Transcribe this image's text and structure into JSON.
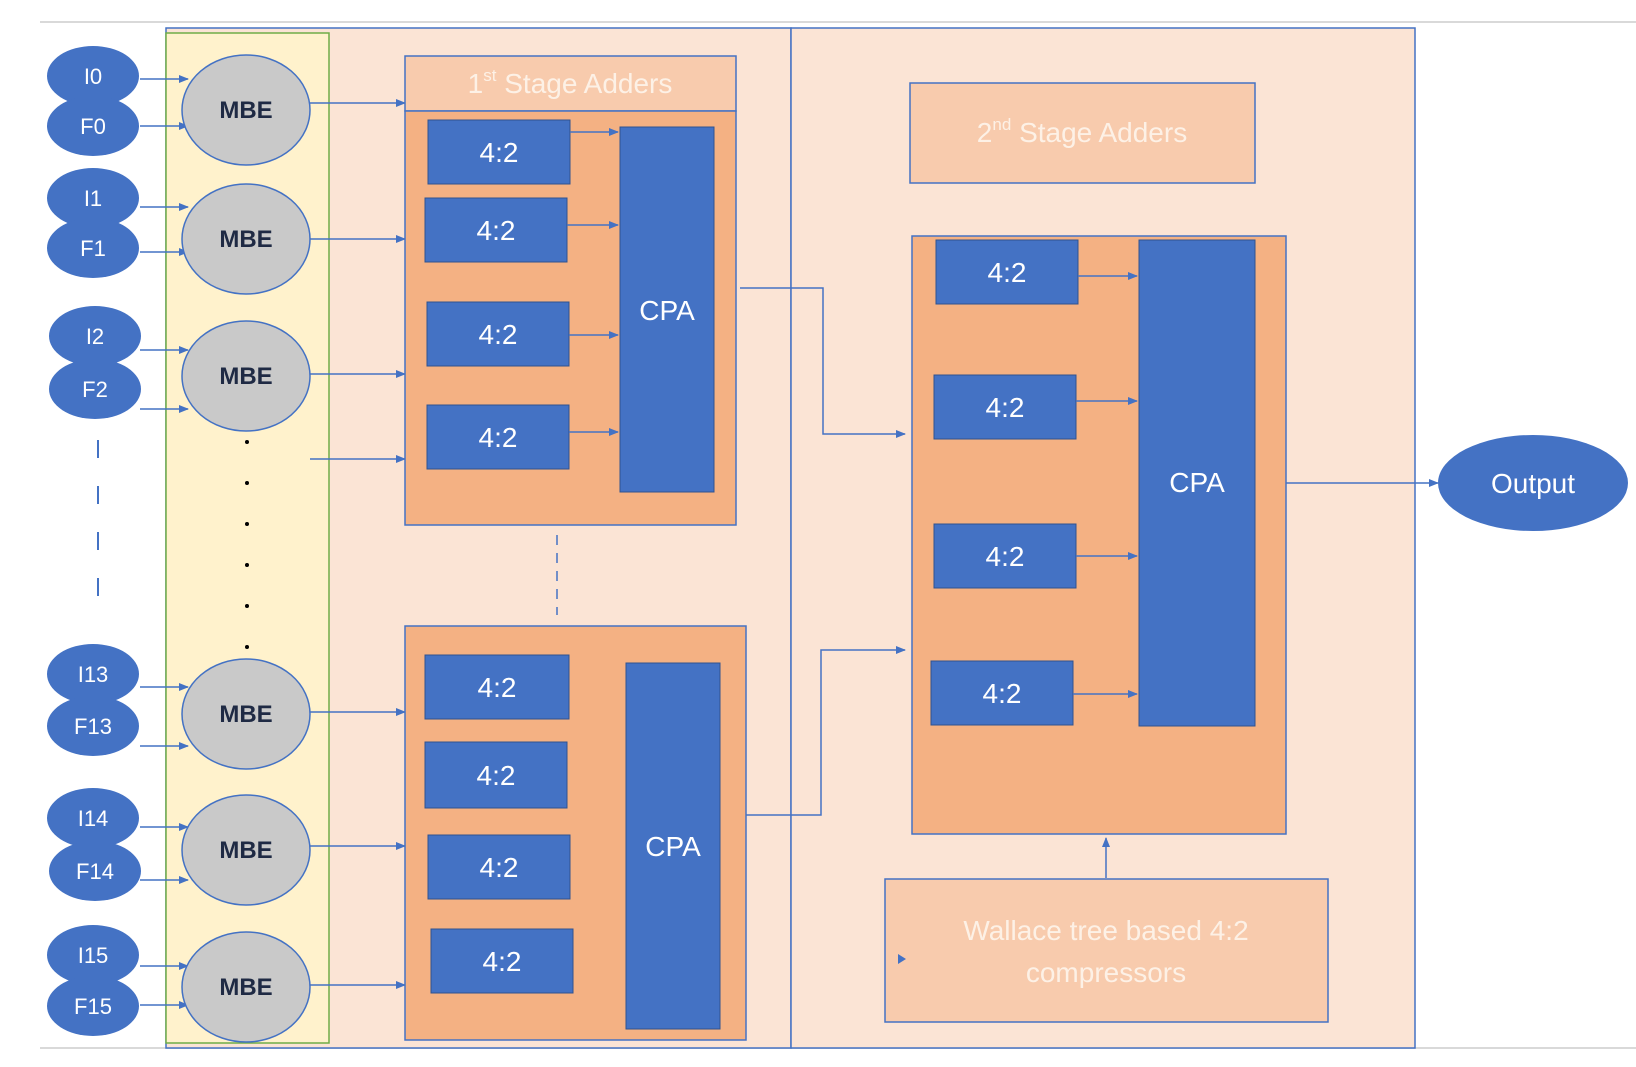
{
  "colors": {
    "panel_bg": "#fbe4d5",
    "panel_border": "#4472c4",
    "mbe_column_bg": "#fff2cc",
    "mbe_column_border": "#70ad47",
    "mbe_fill": "#c9c9c9",
    "input_fill": "#4472c4",
    "block_fill": "#4472c4",
    "group_fill": "#f4b183",
    "header_fill": "#f8cbad",
    "arrow": "#4472c4"
  },
  "inputs": [
    {
      "i": "I0",
      "f": "F0"
    },
    {
      "i": "I1",
      "f": "F1"
    },
    {
      "i": "I2",
      "f": "F2"
    },
    {
      "i": "I13",
      "f": "F13"
    },
    {
      "i": "I14",
      "f": "F14"
    },
    {
      "i": "I15",
      "f": "F15"
    }
  ],
  "mbe_label": "MBE",
  "compressor_label": "4:2",
  "cpa_label": "CPA",
  "stage1": {
    "title_prefix": "1",
    "title_sup": "st",
    "title_rest": " Stage Adders"
  },
  "stage2": {
    "title_prefix": "2",
    "title_sup": "nd",
    "title_rest": " Stage Adders"
  },
  "wallace": {
    "line1": "Wallace tree based 4:2",
    "line2": "compressors"
  },
  "output_label": "Output"
}
